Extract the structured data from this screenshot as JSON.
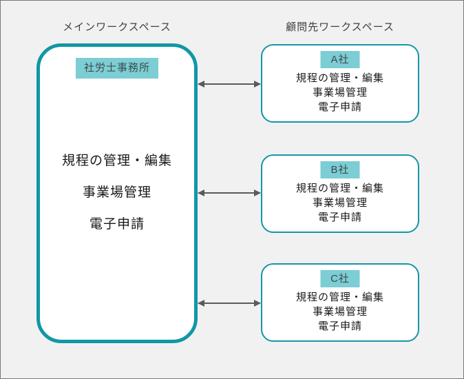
{
  "colors": {
    "background": "#f1f1f2",
    "frame_border": "#777777",
    "box_border_teal": "#1197a5",
    "badge_fill_teal": "#7ccdd4",
    "arrow_gray": "#5a5a5a",
    "body_text": "#1a1a1a",
    "label_text": "#3f3f3f"
  },
  "main_workspace": {
    "label": "メインワークスペース",
    "office_badge": "社労士事務所",
    "features": [
      "規程の管理・編集",
      "事業場管理",
      "電子申請"
    ]
  },
  "client_workspace": {
    "label": "顧問先ワークスペース",
    "clients": [
      {
        "name": "A社",
        "features": [
          "規程の管理・編集",
          "事業場管理",
          "電子申請"
        ]
      },
      {
        "name": "B社",
        "features": [
          "規程の管理・編集",
          "事業場管理",
          "電子申請"
        ]
      },
      {
        "name": "C社",
        "features": [
          "規程の管理・編集",
          "事業場管理",
          "電子申請"
        ]
      }
    ]
  }
}
